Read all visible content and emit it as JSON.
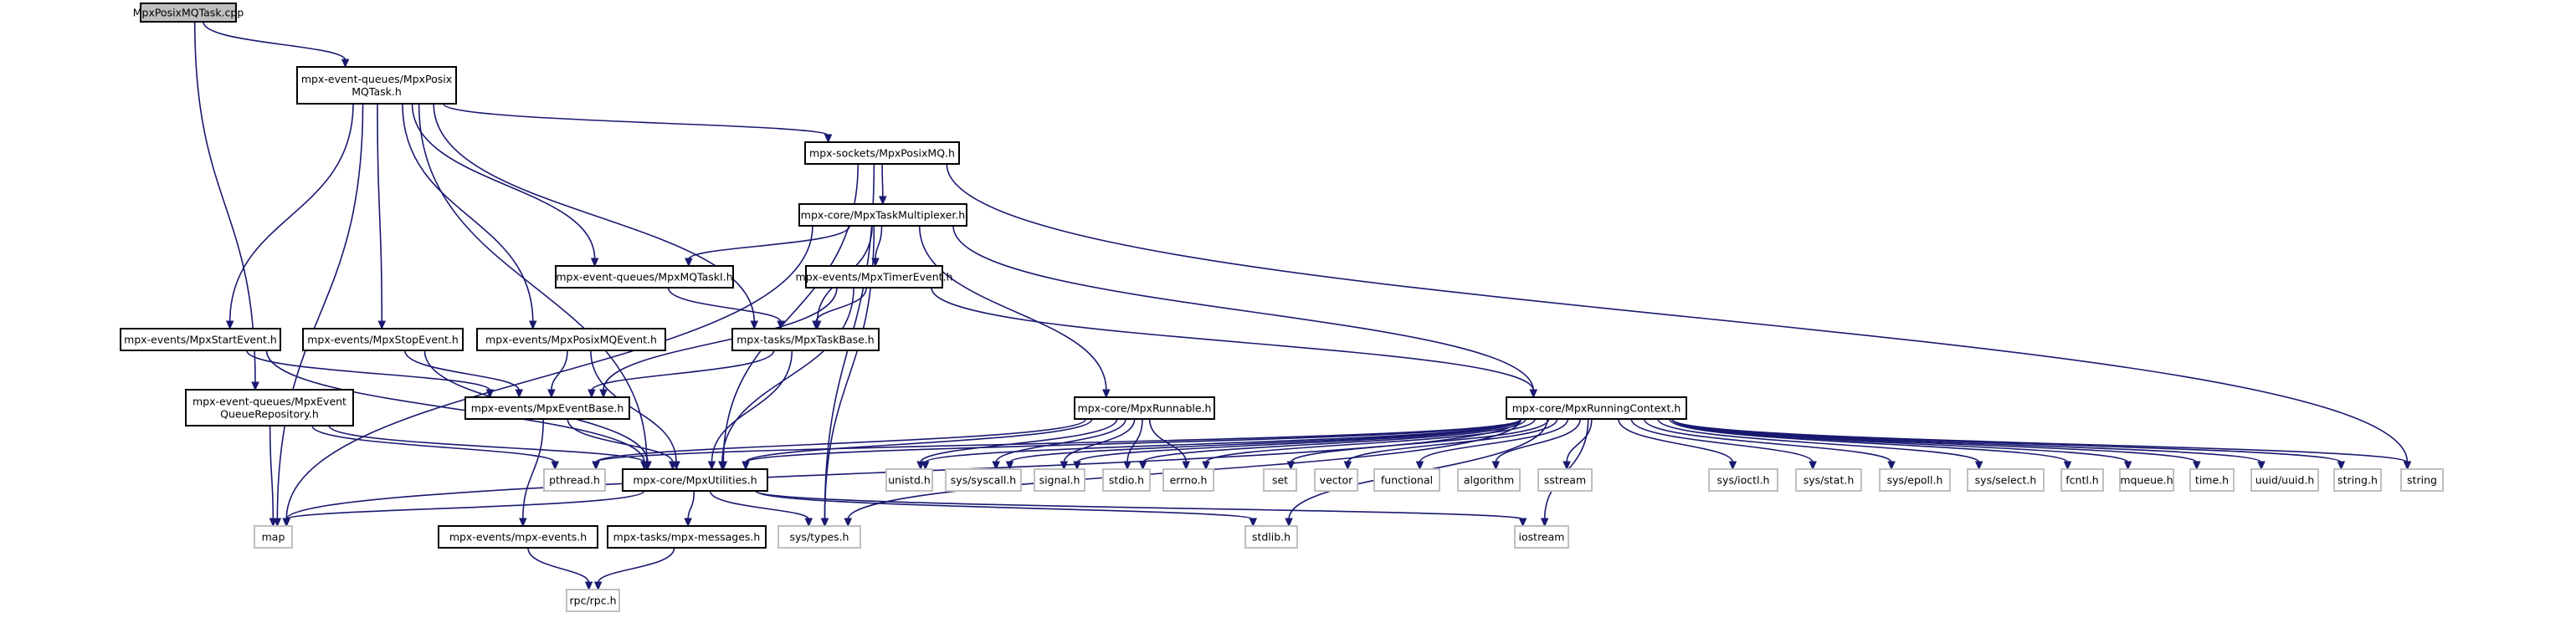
{
  "colors": {
    "root_fill": "#bfbfbf",
    "edge": "#191970",
    "node_border": "#000000",
    "system_border": "#bfbfbf",
    "background": "#ffffff"
  },
  "nodes": [
    {
      "id": "cpp",
      "lines": [
        "MpxPosixMQTask.cpp"
      ],
      "kind": "root"
    },
    {
      "id": "mqtask_h",
      "lines": [
        "mpx-event-queues/MpxPosix",
        "MQTask.h"
      ],
      "kind": "local"
    },
    {
      "id": "sockets_mq",
      "lines": [
        "mpx-sockets/MpxPosixMQ.h"
      ],
      "kind": "local"
    },
    {
      "id": "task_mux",
      "lines": [
        "mpx-core/MpxTaskMultiplexer.h"
      ],
      "kind": "local"
    },
    {
      "id": "mqtaski",
      "lines": [
        "mpx-event-queues/MpxMQTaskI.h"
      ],
      "kind": "local"
    },
    {
      "id": "timer_event",
      "lines": [
        "mpx-events/MpxTimerEvent.h"
      ],
      "kind": "local"
    },
    {
      "id": "start_event",
      "lines": [
        "mpx-events/MpxStartEvent.h"
      ],
      "kind": "local"
    },
    {
      "id": "stop_event",
      "lines": [
        "mpx-events/MpxStopEvent.h"
      ],
      "kind": "local"
    },
    {
      "id": "posixmq_event",
      "lines": [
        "mpx-events/MpxPosixMQEvent.h"
      ],
      "kind": "local"
    },
    {
      "id": "task_base",
      "lines": [
        "mpx-tasks/MpxTaskBase.h"
      ],
      "kind": "local"
    },
    {
      "id": "event_queue_repo",
      "lines": [
        "mpx-event-queues/MpxEvent",
        "QueueRepository.h"
      ],
      "kind": "local"
    },
    {
      "id": "event_base",
      "lines": [
        "mpx-events/MpxEventBase.h"
      ],
      "kind": "local"
    },
    {
      "id": "runnable",
      "lines": [
        "mpx-core/MpxRunnable.h"
      ],
      "kind": "local"
    },
    {
      "id": "running_ctx",
      "lines": [
        "mpx-core/MpxRunningContext.h"
      ],
      "kind": "local"
    },
    {
      "id": "utilities",
      "lines": [
        "mpx-core/MpxUtilities.h"
      ],
      "kind": "local"
    },
    {
      "id": "pthread",
      "lines": [
        "pthread.h"
      ],
      "kind": "sys"
    },
    {
      "id": "unistd",
      "lines": [
        "unistd.h"
      ],
      "kind": "sys"
    },
    {
      "id": "syscall",
      "lines": [
        "sys/syscall.h"
      ],
      "kind": "sys"
    },
    {
      "id": "signal",
      "lines": [
        "signal.h"
      ],
      "kind": "sys"
    },
    {
      "id": "stdio",
      "lines": [
        "stdio.h"
      ],
      "kind": "sys"
    },
    {
      "id": "errno",
      "lines": [
        "errno.h"
      ],
      "kind": "sys"
    },
    {
      "id": "set",
      "lines": [
        "set"
      ],
      "kind": "sys"
    },
    {
      "id": "vector",
      "lines": [
        "vector"
      ],
      "kind": "sys"
    },
    {
      "id": "functional",
      "lines": [
        "functional"
      ],
      "kind": "sys"
    },
    {
      "id": "algorithm",
      "lines": [
        "algorithm"
      ],
      "kind": "sys"
    },
    {
      "id": "sstream",
      "lines": [
        "sstream"
      ],
      "kind": "sys"
    },
    {
      "id": "ioctl",
      "lines": [
        "sys/ioctl.h"
      ],
      "kind": "sys"
    },
    {
      "id": "stat",
      "lines": [
        "sys/stat.h"
      ],
      "kind": "sys"
    },
    {
      "id": "epoll",
      "lines": [
        "sys/epoll.h"
      ],
      "kind": "sys"
    },
    {
      "id": "select",
      "lines": [
        "sys/select.h"
      ],
      "kind": "sys"
    },
    {
      "id": "fcntl",
      "lines": [
        "fcntl.h"
      ],
      "kind": "sys"
    },
    {
      "id": "mqueue",
      "lines": [
        "mqueue.h"
      ],
      "kind": "sys"
    },
    {
      "id": "time",
      "lines": [
        "time.h"
      ],
      "kind": "sys"
    },
    {
      "id": "uuid",
      "lines": [
        "uuid/uuid.h"
      ],
      "kind": "sys"
    },
    {
      "id": "string_h",
      "lines": [
        "string.h"
      ],
      "kind": "sys"
    },
    {
      "id": "string",
      "lines": [
        "string"
      ],
      "kind": "sys"
    },
    {
      "id": "map",
      "lines": [
        "map"
      ],
      "kind": "sys"
    },
    {
      "id": "mpx_events_x",
      "lines": [
        "mpx-events/mpx-events.h"
      ],
      "kind": "local"
    },
    {
      "id": "mpx_messages",
      "lines": [
        "mpx-tasks/mpx-messages.h"
      ],
      "kind": "local"
    },
    {
      "id": "sys_types",
      "lines": [
        "sys/types.h"
      ],
      "kind": "sys"
    },
    {
      "id": "stdlib",
      "lines": [
        "stdlib.h"
      ],
      "kind": "sys"
    },
    {
      "id": "iostream",
      "lines": [
        "iostream"
      ],
      "kind": "sys"
    },
    {
      "id": "rpc",
      "lines": [
        "rpc/rpc.h"
      ],
      "kind": "sys"
    }
  ],
  "edges": [
    [
      "cpp",
      "mqtask_h"
    ],
    [
      "cpp",
      "event_queue_repo"
    ],
    [
      "mqtask_h",
      "sockets_mq"
    ],
    [
      "mqtask_h",
      "mqtaski"
    ],
    [
      "mqtask_h",
      "start_event"
    ],
    [
      "mqtask_h",
      "stop_event"
    ],
    [
      "mqtask_h",
      "posixmq_event"
    ],
    [
      "mqtask_h",
      "task_base"
    ],
    [
      "mqtask_h",
      "map"
    ],
    [
      "mqtask_h",
      "utilities"
    ],
    [
      "sockets_mq",
      "task_mux"
    ],
    [
      "sockets_mq",
      "utilities"
    ],
    [
      "sockets_mq",
      "string"
    ],
    [
      "sockets_mq",
      "sys_types"
    ],
    [
      "task_mux",
      "mqtaski"
    ],
    [
      "task_mux",
      "timer_event"
    ],
    [
      "task_mux",
      "task_base"
    ],
    [
      "task_mux",
      "runnable"
    ],
    [
      "task_mux",
      "running_ctx"
    ],
    [
      "task_mux",
      "map"
    ],
    [
      "task_mux",
      "sys_types"
    ],
    [
      "mqtaski",
      "task_base"
    ],
    [
      "timer_event",
      "task_base"
    ],
    [
      "timer_event",
      "event_base"
    ],
    [
      "timer_event",
      "running_ctx"
    ],
    [
      "timer_event",
      "utilities"
    ],
    [
      "start_event",
      "event_base"
    ],
    [
      "start_event",
      "utilities"
    ],
    [
      "stop_event",
      "event_base"
    ],
    [
      "stop_event",
      "utilities"
    ],
    [
      "posixmq_event",
      "event_base"
    ],
    [
      "posixmq_event",
      "utilities"
    ],
    [
      "task_base",
      "event_base"
    ],
    [
      "task_base",
      "utilities"
    ],
    [
      "event_queue_repo",
      "utilities"
    ],
    [
      "event_queue_repo",
      "pthread"
    ],
    [
      "event_queue_repo",
      "map"
    ],
    [
      "event_base",
      "utilities"
    ],
    [
      "event_base",
      "mpx_events_x"
    ],
    [
      "runnable",
      "utilities"
    ],
    [
      "runnable",
      "pthread"
    ],
    [
      "runnable",
      "unistd"
    ],
    [
      "runnable",
      "syscall"
    ],
    [
      "runnable",
      "signal"
    ],
    [
      "runnable",
      "stdio"
    ],
    [
      "runnable",
      "errno"
    ],
    [
      "running_ctx",
      "utilities"
    ],
    [
      "running_ctx",
      "pthread"
    ],
    [
      "running_ctx",
      "unistd"
    ],
    [
      "running_ctx",
      "syscall"
    ],
    [
      "running_ctx",
      "signal"
    ],
    [
      "running_ctx",
      "stdio"
    ],
    [
      "running_ctx",
      "errno"
    ],
    [
      "running_ctx",
      "set"
    ],
    [
      "running_ctx",
      "vector"
    ],
    [
      "running_ctx",
      "functional"
    ],
    [
      "running_ctx",
      "algorithm"
    ],
    [
      "running_ctx",
      "sstream"
    ],
    [
      "running_ctx",
      "ioctl"
    ],
    [
      "running_ctx",
      "stat"
    ],
    [
      "running_ctx",
      "epoll"
    ],
    [
      "running_ctx",
      "select"
    ],
    [
      "running_ctx",
      "fcntl"
    ],
    [
      "running_ctx",
      "mqueue"
    ],
    [
      "running_ctx",
      "time"
    ],
    [
      "running_ctx",
      "uuid"
    ],
    [
      "running_ctx",
      "string_h"
    ],
    [
      "running_ctx",
      "string"
    ],
    [
      "running_ctx",
      "map"
    ],
    [
      "running_ctx",
      "sys_types"
    ],
    [
      "running_ctx",
      "stdlib"
    ],
    [
      "running_ctx",
      "iostream"
    ],
    [
      "utilities",
      "map"
    ],
    [
      "utilities",
      "mpx_messages"
    ],
    [
      "utilities",
      "sys_types"
    ],
    [
      "utilities",
      "stdlib"
    ],
    [
      "utilities",
      "iostream"
    ],
    [
      "mpx_events_x",
      "rpc"
    ],
    [
      "mpx_messages",
      "rpc"
    ]
  ]
}
